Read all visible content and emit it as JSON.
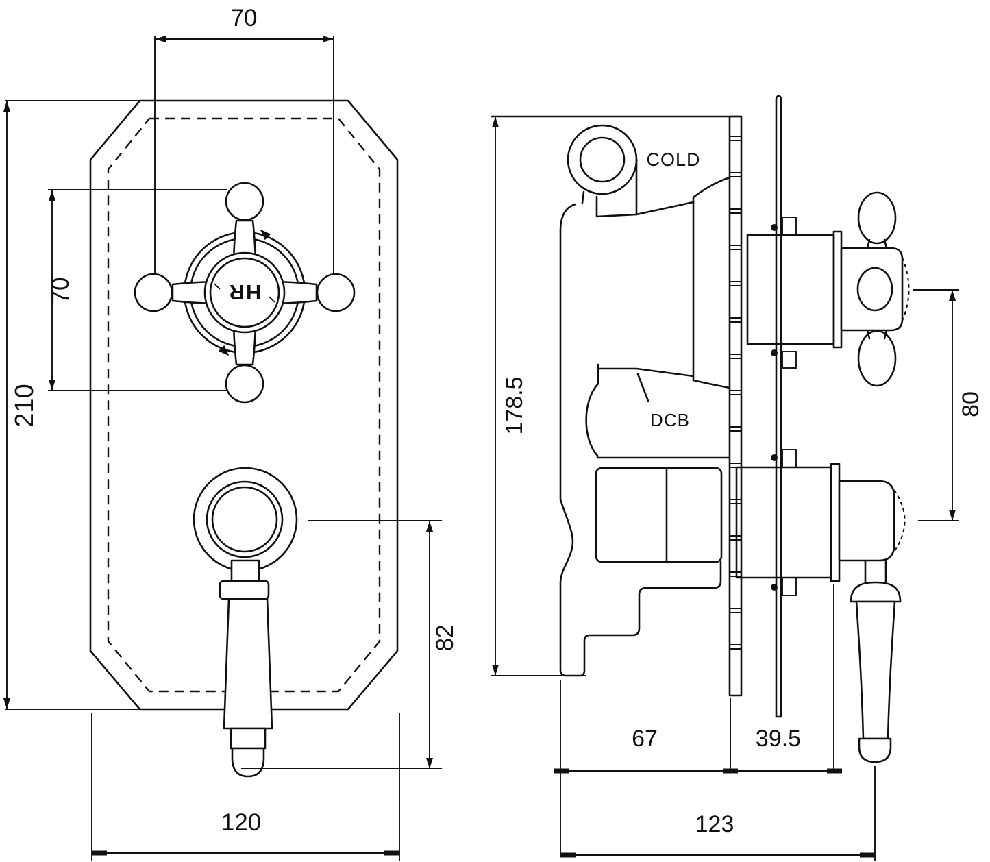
{
  "drawing": {
    "type": "technical-dimension-drawing",
    "subject": "concealed twin thermostatic shower valve",
    "units_shown": "mm",
    "line_color": "#111111",
    "background_color": "#ffffff"
  },
  "front": {
    "top_width": "70",
    "vertical_offset": "70",
    "height": "210",
    "lever_dim": "82",
    "width": "120",
    "hub": "HR"
  },
  "side": {
    "height": "178.5",
    "cold": "COLD",
    "dcb": "DCB",
    "spacing": "80",
    "recess": "67",
    "front_depth": "39.5",
    "depth": "123"
  }
}
